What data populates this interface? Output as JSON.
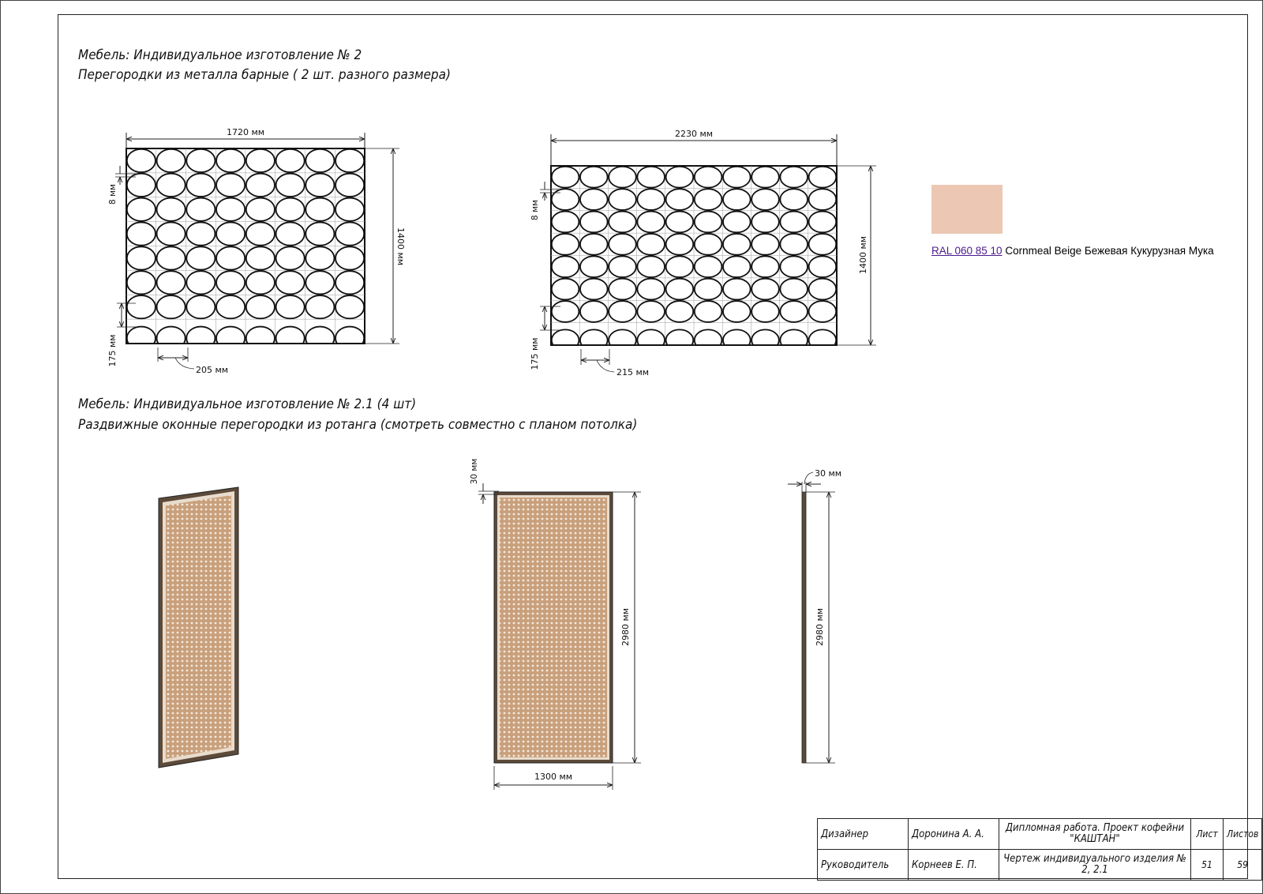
{
  "heading1": {
    "line1": "Мебель: Индивидуальное изготовление № 2",
    "line2": "Перегородки из металла барные ( 2 шт. разного размера)"
  },
  "heading2": {
    "line1": "Мебель: Индивидуальное изготовление № 2.1 (4 шт)",
    "line2": "Раздвижные оконные перегородки из ротанга (смотреть совместно с планом потолка)"
  },
  "partition_small": {
    "width_label": "1720 мм",
    "height_label": "1400 мм",
    "gap_label": "8 мм",
    "row_label": "175 мм",
    "cell_label": "205 мм",
    "columns": 8,
    "rows": 8
  },
  "partition_large": {
    "width_label": "2230 мм",
    "height_label": "1400 мм",
    "gap_label": "8 мм",
    "row_label": "175 мм",
    "cell_label": "215 мм",
    "columns": 10,
    "rows": 8
  },
  "color_sample": {
    "swatch_color": "#ECC8B4",
    "code": "RAL 060 85 10",
    "name": "Cornmeal Beige Бежевая Кукурузная Мука"
  },
  "rattan_panel": {
    "frame_label": "30 мм",
    "height_label": "2980 мм",
    "width_label": "1300 мм",
    "side_thickness_label": "30 мм",
    "side_height_label": "2980 мм",
    "frame_color": "#5c4a3a",
    "rattan_color": "#c9a07c"
  },
  "title_block": {
    "designer_label": "Дизайнер",
    "designer_name": "Доронина А. А.",
    "supervisor_label": "Руководитель",
    "supervisor_name": "Корнеев Е. П.",
    "project_title": "Дипломная работа. Проект кофейни \"КАШТАН\"",
    "drawing_title": "Чертеж индивидуального изделия № 2, 2.1",
    "sheet_label": "Лист",
    "sheets_label": "Листов",
    "sheet_number": "51",
    "sheets_total": "59"
  }
}
